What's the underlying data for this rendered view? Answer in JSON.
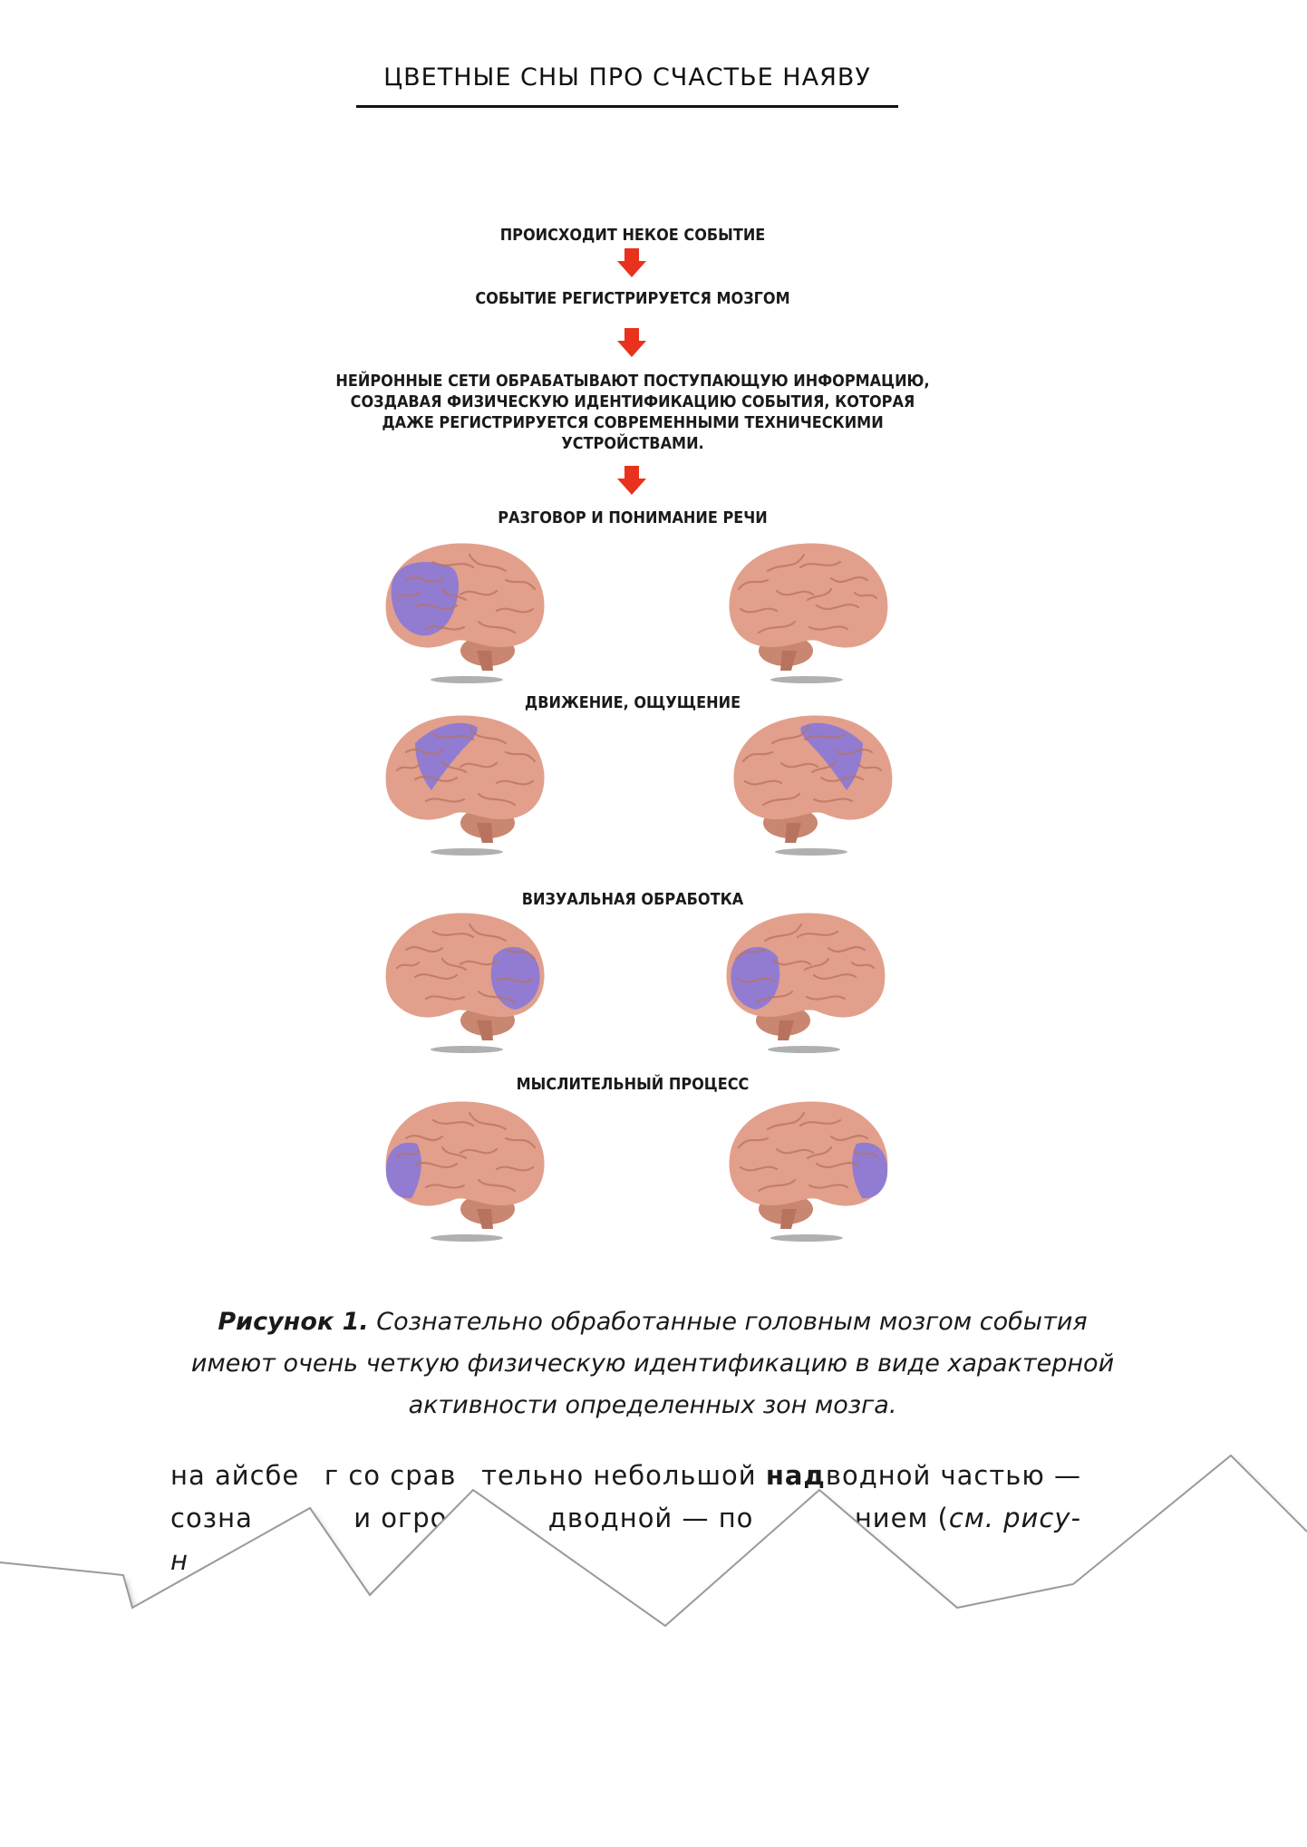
{
  "header": {
    "title": "ЦВЕТНЫЕ СНЫ ПРО СЧАСТЬЕ НАЯВУ"
  },
  "flow": {
    "step1": "ПРОИСХОДИТ НЕКОЕ СОБЫТИЕ",
    "step2": "СОБЫТИЕ РЕГИСТРИРУЕТСЯ МОЗГОМ",
    "step3_line1": "НЕЙРОННЫЕ СЕТИ ОБРАБАТЫВАЮТ ПОСТУПАЮЩУЮ ИНФОРМАЦИЮ,",
    "step3_line2": "СОЗДАВАЯ ФИЗИЧЕСКУЮ ИДЕНТИФИКАЦИЮ СОБЫТИЯ, КОТОРАЯ",
    "step3_line3": "ДАЖЕ РЕГИСТРИРУЕТСЯ СОВРЕМЕННЫМИ ТЕХНИЧЕСКИМИ",
    "step3_line4": "УСТРОЙСТВАМИ.",
    "arrow_color": "#e8321e"
  },
  "zones": [
    {
      "label": "РАЗГОВОР И ПОНИМАНИЕ  РЕЧИ",
      "left_highlight": "speech",
      "right_highlight": "none"
    },
    {
      "label": "ДВИЖЕНИЕ, ОЩУЩЕНИЕ",
      "left_highlight": "motor",
      "right_highlight": "motor"
    },
    {
      "label": "ВИЗУАЛЬНАЯ ОБРАБОТКА",
      "left_highlight": "occipital",
      "right_highlight": "occipital"
    },
    {
      "label": "МЫСЛИТЕЛЬНЫЙ ПРОЦЕСС",
      "left_highlight": "frontal",
      "right_highlight": "frontal"
    }
  ],
  "colors": {
    "brain": "#e2a08c",
    "brain_dark": "#b8735f",
    "highlight": "#8a78d8",
    "cerebellum": "#c98670"
  },
  "caption": {
    "label": "Рисунок 1.",
    "line1_rest": " Сознательно обработанные головным мозгом события",
    "line2": "имеют очень четкую физическую идентификацию в виде характерной",
    "line3": "активности определенных зон мозга."
  },
  "body": {
    "line1_a": "на айсбе",
    "line1_b": "г со срав",
    "line1_c": "тельно небольшой ",
    "line1_bold": "над",
    "line1_d": "водной частью —",
    "line2_a": "созна",
    "line2_b": "и огро",
    "line2_c": "дводной — по",
    "line2_d": "нием (",
    "line2_italic": "см. рису-",
    "line3_italic": "н"
  }
}
